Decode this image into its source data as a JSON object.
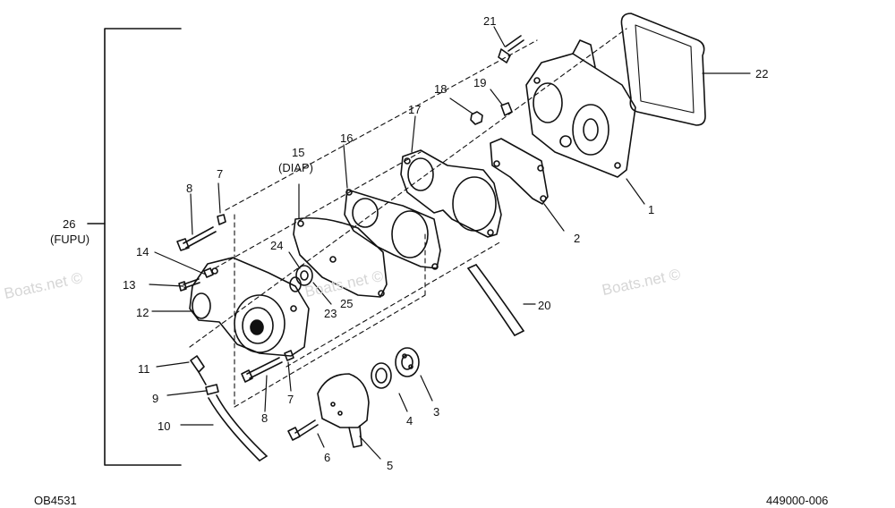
{
  "watermark": "Boats.net ©",
  "footer": {
    "left": "OB4531",
    "right": "449000-006"
  },
  "callouts": {
    "c1": "1",
    "c2": "2",
    "c3": "3",
    "c4": "4",
    "c5": "5",
    "c6": "6",
    "c7a": "7",
    "c7b": "7",
    "c8a": "8",
    "c8b": "8",
    "c9": "9",
    "c10": "10",
    "c11": "11",
    "c12": "12",
    "c13": "13",
    "c14": "14",
    "c15": "15",
    "c15sub": "(DIAP)",
    "c16": "16",
    "c17": "17",
    "c18": "18",
    "c19": "19",
    "c20": "20",
    "c21": "21",
    "c22": "22",
    "c23": "23",
    "c24": "24",
    "c25": "25",
    "c26": "26",
    "c26sub": "(FUPU)"
  }
}
